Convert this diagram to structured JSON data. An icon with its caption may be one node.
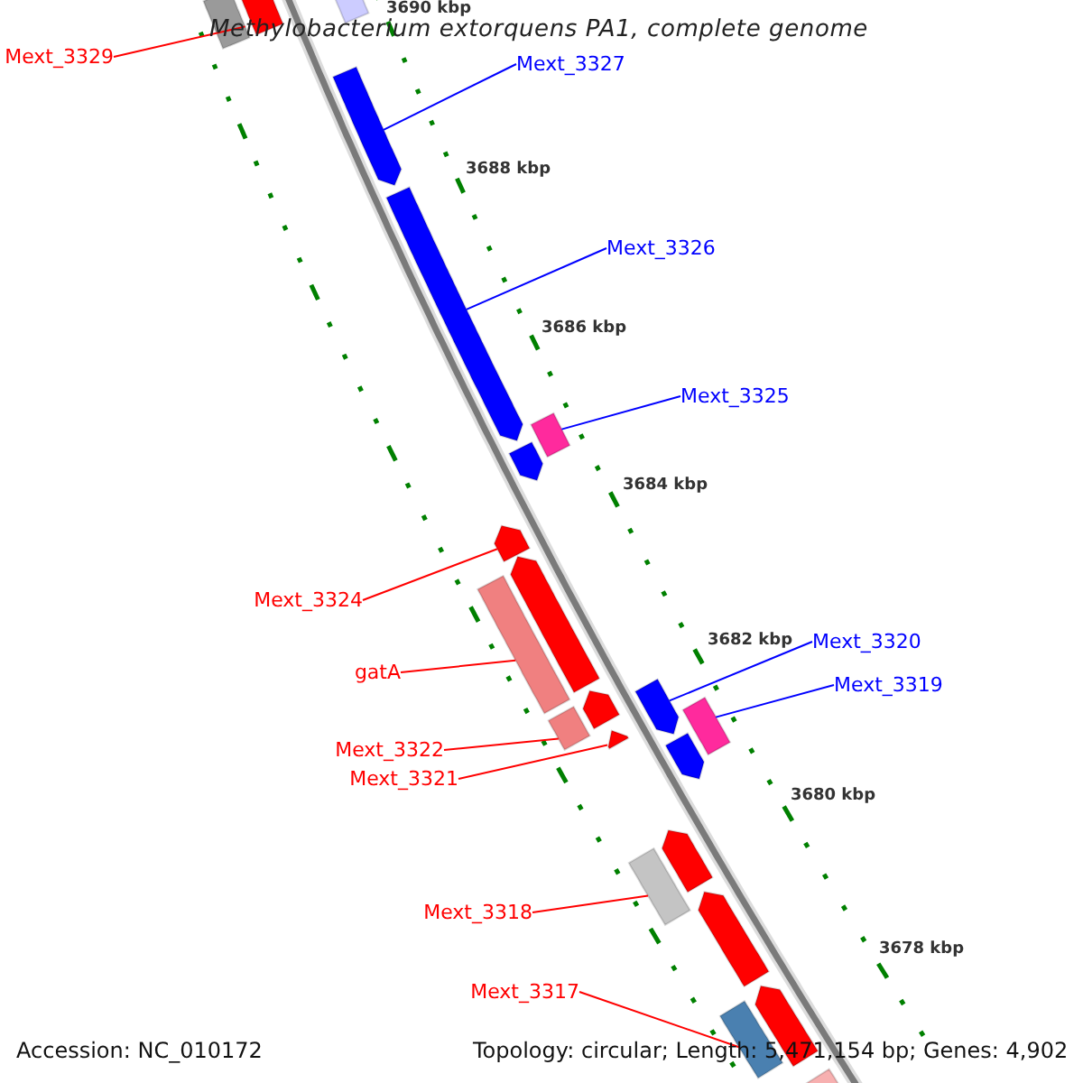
{
  "diagram": {
    "title": "Methylobacterium extorquens PA1, complete genome",
    "nodes": [
      {
        "text": [
          "Mext_3329"
        ]
      },
      {
        "text": [],
        "shape": "bar"
      },
      {
        "text": [
          "Mext_3327"
        ]
      },
      {
        "text": [],
        "shape": "arrow"
      },
      {
        "text": [
          "Mext_3326"
        ]
      },
      {
        "text": [],
        "shape": "arrow"
      },
      {
        "text": [
          "Mext_3325"
        ]
      },
      {
        "text": [],
        "shape": "bar"
      },
      {
        "text": [
          "Mext_3324"
        ]
      },
      {
        "text": [],
        "shape": "arrow"
      },
      {
        "text": [
          "gatA"
        ]
      },
      {
        "text": [],
        "shape": "bar"
      },
      {
        "text": [
          "Mext_3320"
        ]
      },
      {
        "text": [],
        "shape": "arrow"
      },
      {
        "text": [
          "Mext_3319"
        ]
      },
      {
        "text": [],
        "shape": "bar"
      },
      {
        "text": [
          "Mext_3322"
        ]
      },
      {
        "text": [],
        "shape": "bar"
      },
      {
        "text": [
          "Mext_3321"
        ]
      },
      {
        "text": [],
        "shape": "arrow"
      },
      {
        "text": [
          "Mext_3318"
        ]
      },
      {
        "text": [],
        "shape": "bar"
      },
      {
        "text": [
          "Mext_3317"
        ]
      },
      {
        "text": [],
        "shape": "bar"
      },
      {
        "text": [],
        "shape": "arrow"
      },
      {
        "text": [],
        "shape": "bar"
      },
      {
        "text": [],
        "shape": "arrow"
      },
      {
        "text": [],
        "shape": "arrow"
      },
      {
        "text": [],
        "shape": "arrow"
      },
      {
        "text": [],
        "shape": "arrow"
      },
      {
        "text": [],
        "shape": "arrow"
      },
      {
        "text": [],
        "shape": "arrow"
      },
      {
        "text": [],
        "shape": "arrow"
      },
      {
        "text": [],
        "shape": "bar"
      }
    ],
    "edges": [
      {
        "from": 0,
        "to": 1,
        "arrow": "none"
      },
      {
        "from": 2,
        "to": 3,
        "arrow": "none",
        "color": "#0000ff"
      },
      {
        "from": 4,
        "to": 5,
        "arrow": "none",
        "color": "#0000ff"
      },
      {
        "from": 6,
        "to": 7,
        "arrow": "none",
        "color": "#0000ff"
      },
      {
        "from": 8,
        "to": 9,
        "arrow": "none"
      },
      {
        "from": 10,
        "to": 11,
        "arrow": "none"
      },
      {
        "from": 12,
        "to": 13,
        "arrow": "none",
        "color": "#0000ff"
      },
      {
        "from": 14,
        "to": 15,
        "arrow": "none",
        "color": "#0000ff"
      },
      {
        "from": 16,
        "to": 17,
        "arrow": "none"
      },
      {
        "from": 18,
        "to": 19,
        "arrow": "none"
      },
      {
        "from": 20,
        "to": 21,
        "arrow": "none"
      },
      {
        "from": 22,
        "to": 23,
        "arrow": "none"
      }
    ],
    "labels": [
      "3690 kbp",
      "3688 kbp",
      "3686 kbp",
      "3684 kbp",
      "3682 kbp",
      "3680 kbp",
      "3678 kbp",
      "Accession: NC_010172",
      "Topology: circular; Length: 5,471,154 bp; Genes: 4,902"
    ]
  }
}
